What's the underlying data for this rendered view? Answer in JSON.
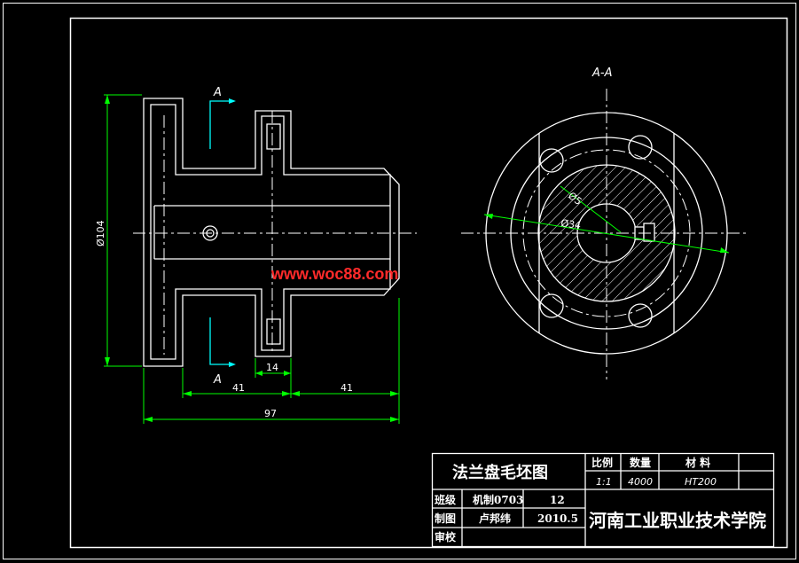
{
  "watermark": "www.woc88.com",
  "section_label": "A-A",
  "cut_label_top": "A",
  "cut_label_bottom": "A",
  "dimensions": {
    "dia_104": "Ø104",
    "len_14": "14",
    "len_41_left": "41",
    "len_41_right": "41",
    "len_97": "97",
    "dia_small_1": "Ø5",
    "dia_small_2": "Ø34"
  },
  "title_block": {
    "drawing_name": "法兰盘毛坯图",
    "h_scale": "比例",
    "h_qty": "数量",
    "h_material": "材 料",
    "scale": "1:1",
    "qty": "4000",
    "material": "HT200",
    "l_class": "班级",
    "class_value": "机制0703",
    "class_no": "12",
    "l_drawn": "制图",
    "drawn_by": "卢邦纬",
    "date": "2010.5",
    "l_check": "审校",
    "school": "河南工业职业技术学院"
  },
  "colors": {
    "line": "#ffffff",
    "dim": "#00ff00",
    "cut": "#00ffff",
    "watermark": "#ff2a2a",
    "background": "#000000"
  }
}
